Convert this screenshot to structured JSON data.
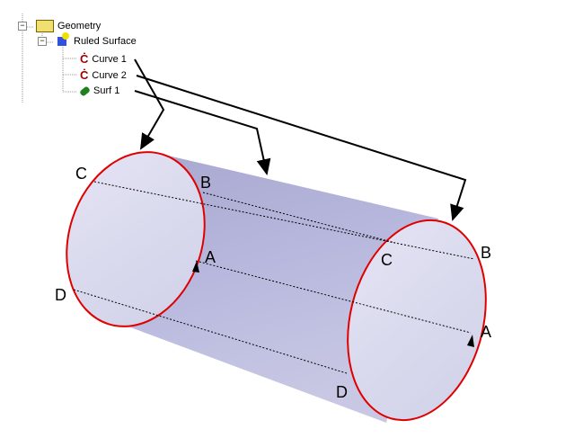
{
  "tree": {
    "root": {
      "label": "Geometry",
      "icon": "folder-icon"
    },
    "child": {
      "label": "Ruled Surface",
      "icon": "ruled-surface-icon"
    },
    "items": [
      {
        "label": "Curve 1",
        "icon": "curve-icon"
      },
      {
        "label": "Curve 2",
        "icon": "curve-icon"
      },
      {
        "label": "Surf 1",
        "icon": "surface-icon"
      }
    ]
  },
  "labels": {
    "left": {
      "c": "C",
      "b": "B",
      "a": "A",
      "d": "D"
    },
    "right": {
      "c": "C",
      "b": "B",
      "a": "A",
      "d": "D"
    }
  },
  "colors": {
    "curve": "#e00000",
    "surface": "#b4b4d8",
    "cap": "#dcdcf0"
  }
}
